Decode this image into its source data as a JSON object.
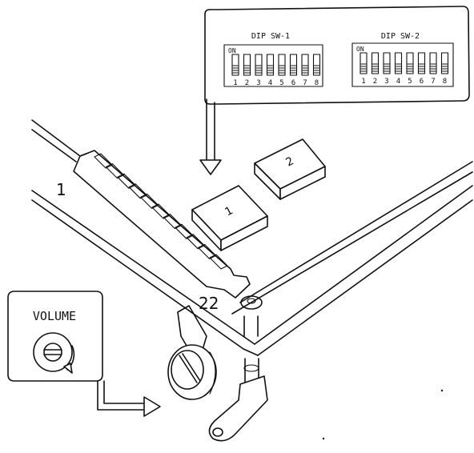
{
  "dip_panel": {
    "sw1": {
      "title": "DIP SW-1",
      "on_label": "ON",
      "numbers": [
        "1",
        "2",
        "3",
        "4",
        "5",
        "6",
        "7",
        "8"
      ]
    },
    "sw2": {
      "title": "DIP SW-2",
      "on_label": "ON",
      "numbers": [
        "1",
        "2",
        "3",
        "4",
        "5",
        "6",
        "7",
        "8"
      ]
    }
  },
  "chips": {
    "chip1_label": "1",
    "chip2_label": "2"
  },
  "edge_connector": {
    "pin_first": "1",
    "pin_last": "22"
  },
  "volume_callout": {
    "title": "VOLUME"
  }
}
